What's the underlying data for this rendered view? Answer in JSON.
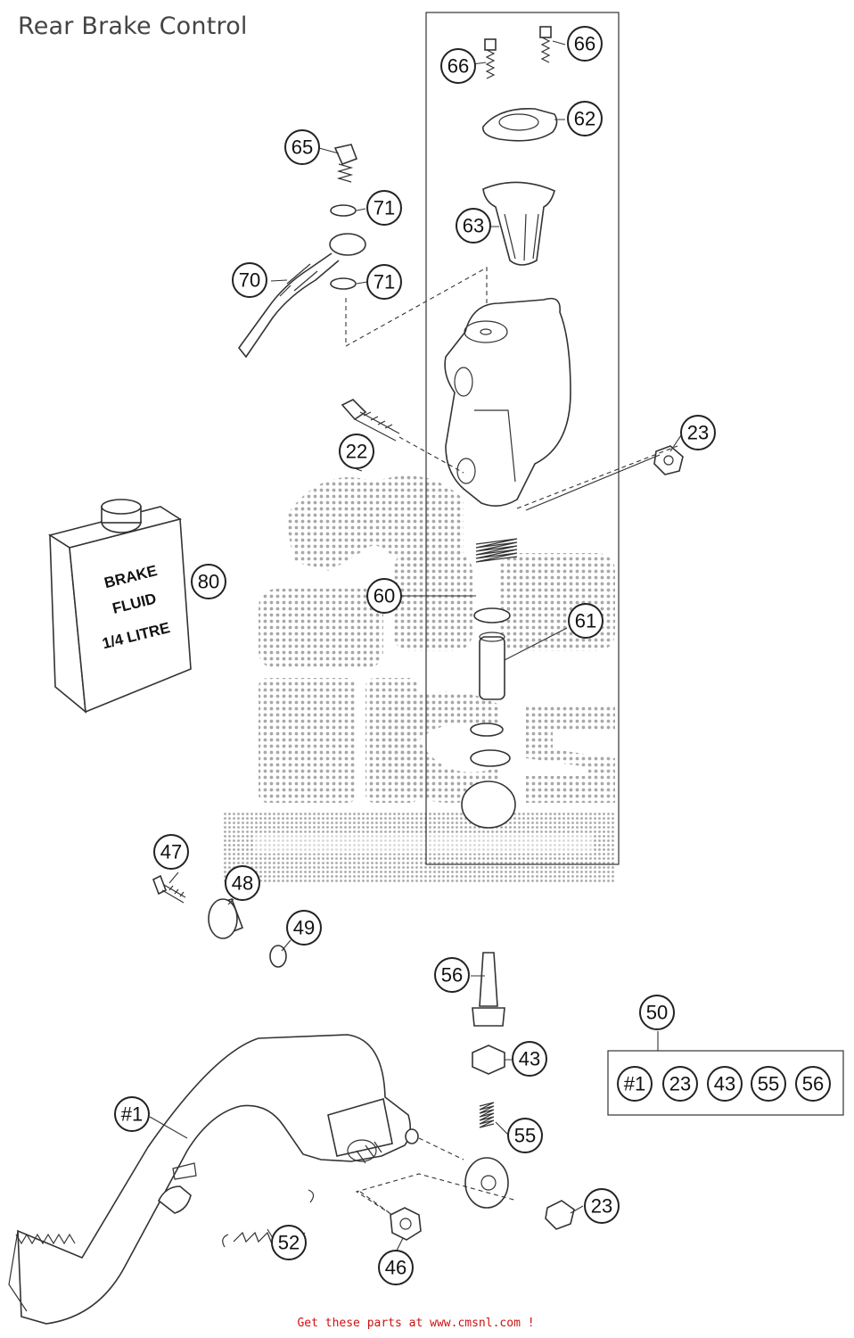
{
  "title": "Rear Brake Control",
  "footer": "Get these parts at www.cmsnl.com !",
  "can_label": [
    "BRAKE",
    "FLUID",
    "1/4 LITRE"
  ],
  "callouts": [
    "66",
    "66",
    "62",
    "65",
    "71",
    "63",
    "70",
    "71",
    "23",
    "22",
    "80",
    "60",
    "61",
    "47",
    "48",
    "49",
    "56",
    "50",
    "43",
    "#1",
    "23",
    "43",
    "55",
    "56",
    "#1",
    "55",
    "23",
    "52",
    "46"
  ]
}
